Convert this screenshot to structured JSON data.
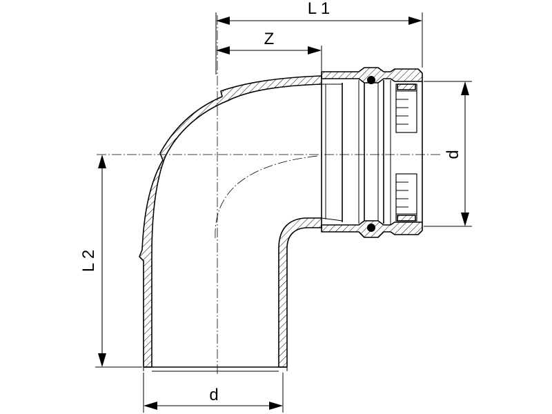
{
  "dimensions": {
    "l1": "L 1",
    "z": "Z",
    "d_right": "d",
    "l2": "L 2",
    "d_bottom": "d"
  }
}
